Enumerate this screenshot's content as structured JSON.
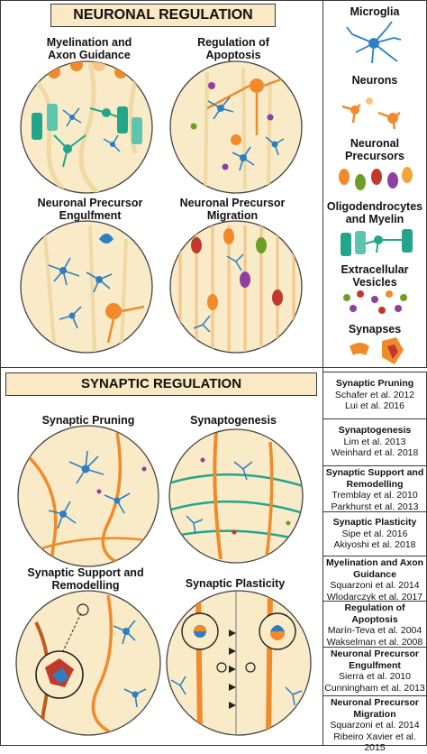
{
  "neuronal_regulation": {
    "title": "NEURONAL REGULATION",
    "panels": [
      {
        "label": "Myelination and Axon Guidance"
      },
      {
        "label": "Regulation of Apoptosis"
      },
      {
        "label": "Neuronal Precursor Engulfment"
      },
      {
        "label": "Neuronal Precursor Migration"
      }
    ]
  },
  "synaptic_regulation": {
    "title": "SYNAPTIC REGULATION",
    "panels": [
      {
        "label": "Synaptic Pruning"
      },
      {
        "label": "Synaptogenesis"
      },
      {
        "label": "Synaptic Support and Remodelling"
      },
      {
        "label": "Synaptic Plasticity"
      }
    ]
  },
  "legend": [
    {
      "label": "Microglia",
      "icon": "microglia-icon"
    },
    {
      "label": "Neurons",
      "icon": "neurons-icon"
    },
    {
      "label": "Neuronal Precursors",
      "icon": "neuronal-precursors-icon"
    },
    {
      "label": "Oligodendrocytes and Myelin",
      "icon": "oligodendrocytes-myelin-icon"
    },
    {
      "label": "Extracellular Vesicles",
      "icon": "extracellular-vesicles-icon"
    },
    {
      "label": "Synapses",
      "icon": "synapses-icon"
    }
  ],
  "references": [
    {
      "title": "Synaptic Pruning",
      "citations": [
        "Schafer et al. 2012",
        "Lui et al. 2016"
      ]
    },
    {
      "title": "Synaptogenesis",
      "citations": [
        "Lim et al. 2013",
        "Weinhard et al. 2018"
      ]
    },
    {
      "title": "Synaptic Support and Remodelling",
      "citations": [
        "Tremblay et al. 2010",
        "Parkhurst et al. 2013"
      ]
    },
    {
      "title": "Synaptic Plasticity",
      "citations": [
        "Sipe et al. 2016",
        "Akiyoshi et al. 2018"
      ]
    },
    {
      "title": "Myelination and Axon Guidance",
      "citations": [
        "Squarzoni et al. 2014",
        "Wlodarczyk et al. 2017"
      ]
    },
    {
      "title": "Regulation of Apoptosis",
      "citations": [
        "Marín-Teva et al. 2004",
        "Wakselman et al. 2008"
      ]
    },
    {
      "title": "Neuronal Precursor Engulfment",
      "citations": [
        "Sierra et al. 2010",
        "Cunningham et al. 2013"
      ]
    },
    {
      "title": "Neuronal Precursor Migration",
      "citations": [
        "Squarzoni et al. 2014",
        "Ribeiro Xavier et al. 2015"
      ]
    }
  ],
  "colors": {
    "circle_fill": "#f9ebc8",
    "microglia": "#2d7fc1",
    "neuron": "#f08a2a",
    "oligodendrocyte": "#23a58c",
    "precursor_red": "#c0392b",
    "banner_fill": "#fbe8c4"
  }
}
